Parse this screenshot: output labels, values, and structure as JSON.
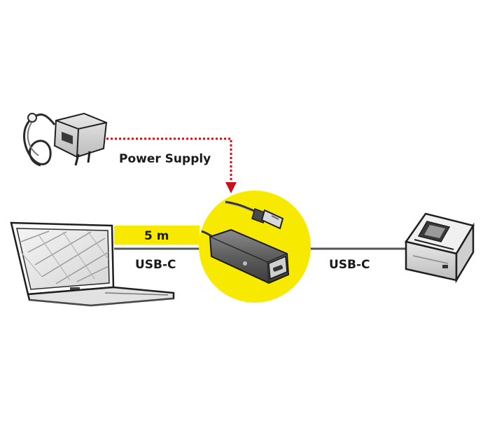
{
  "labels": {
    "power_supply": "Power Supply",
    "length": "5 m",
    "left_connector": "USB-C",
    "right_connector": "USB-C"
  },
  "colors": {
    "highlight": "#f7ea00",
    "power_line": "#c8121c",
    "cable": "#555555",
    "ink": "#1a1a1a"
  },
  "icons": {
    "power_adapter": "power-adapter-icon",
    "laptop": "laptop-icon",
    "repeater_cable": "usb-repeater-cable-icon",
    "receipt_printer": "receipt-printer-icon"
  }
}
